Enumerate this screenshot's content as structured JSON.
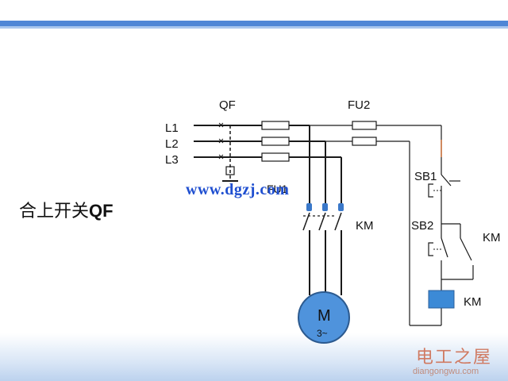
{
  "caption": {
    "prefix": "合上开关",
    "suffix": "QF"
  },
  "watermark": "www.dgzj.com",
  "logo": {
    "name_cn": "电工之屋",
    "url": "diangongwu.com"
  },
  "diagram": {
    "phase_labels": [
      "L1",
      "L2",
      "L3"
    ],
    "breaker_label": "QF",
    "fuse_main_label": "FU1",
    "fuse_ctrl_label": "FU2",
    "contactor_main_label": "KM",
    "stop_button_label": "SB1",
    "start_button_label": "SB2",
    "aux_contact_label": "KM",
    "coil_label": "KM",
    "motor_label": "M",
    "motor_sub_label": "3~"
  },
  "colors": {
    "line": "#1a1a1a",
    "accent_blue": "#3a78c9",
    "coil_blue": "#3c8ad6",
    "motor_fill": "#4f93dc",
    "highlight": "#d08a60"
  }
}
